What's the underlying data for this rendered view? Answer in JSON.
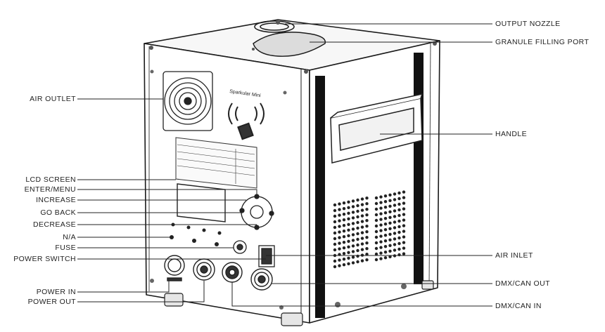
{
  "labels": {
    "output_nozzle": "OUTPUT NOZZLE",
    "granule_filling_port": "GRANULE FILLING PORT",
    "air_outlet": "AIR OUTLET",
    "handle": "HANDLE",
    "lcd_screen": "LCD SCREEN",
    "enter_menu": "ENTER/MENU",
    "increase": "INCREASE",
    "go_back": "GO BACK",
    "decrease": "DECREASE",
    "na": "N/A",
    "fuse": "FUSE",
    "power_switch": "POWER SWITCH",
    "air_inlet": "AIR INLET",
    "power_in": "POWER IN",
    "power_out": "POWER OUT",
    "dmx_can_out": "DMX/CAN OUT",
    "dmx_can_in": "DMX/CAN IN"
  },
  "device": {
    "brand_text": "Sparkular Mini"
  }
}
